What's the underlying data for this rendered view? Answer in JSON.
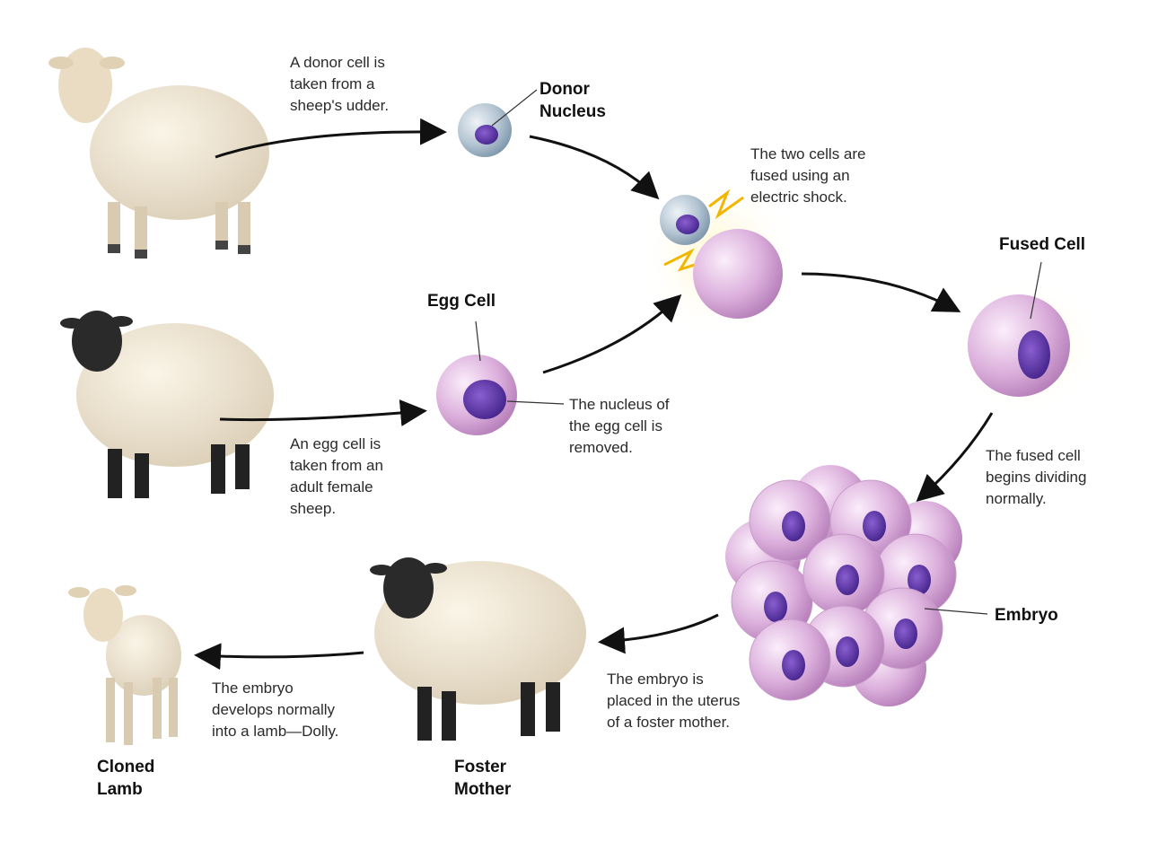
{
  "captions": {
    "donor_cell": "A donor cell is\ntaken from a\nsheep's udder.",
    "fusion": "The two cells are\nfused using an\nelectric shock.",
    "nucleus_removed": "The nucleus of\nthe egg cell is\nremoved.",
    "egg_taken": "An egg cell is\ntaken from an\nadult female\nsheep.",
    "dividing": "The fused cell\nbegins dividing\nnormally.",
    "implanted": "The embryo is\nplaced in the uterus\nof a foster mother.",
    "develops": "The embryo\ndevelops normally\ninto a lamb—Dolly."
  },
  "labels": {
    "donor_nucleus": "Donor\nNucleus",
    "egg_cell": "Egg Cell",
    "fused_cell": "Fused Cell",
    "embryo": "Embryo",
    "cloned_lamb": "Cloned\nLamb",
    "foster_mother": "Foster\nMother"
  },
  "colors": {
    "cell_pink": "#d9a8d8",
    "nucleus_purple": "#5b2fa0",
    "donor_blue": "#a9bccc",
    "arrow": "#111111"
  }
}
